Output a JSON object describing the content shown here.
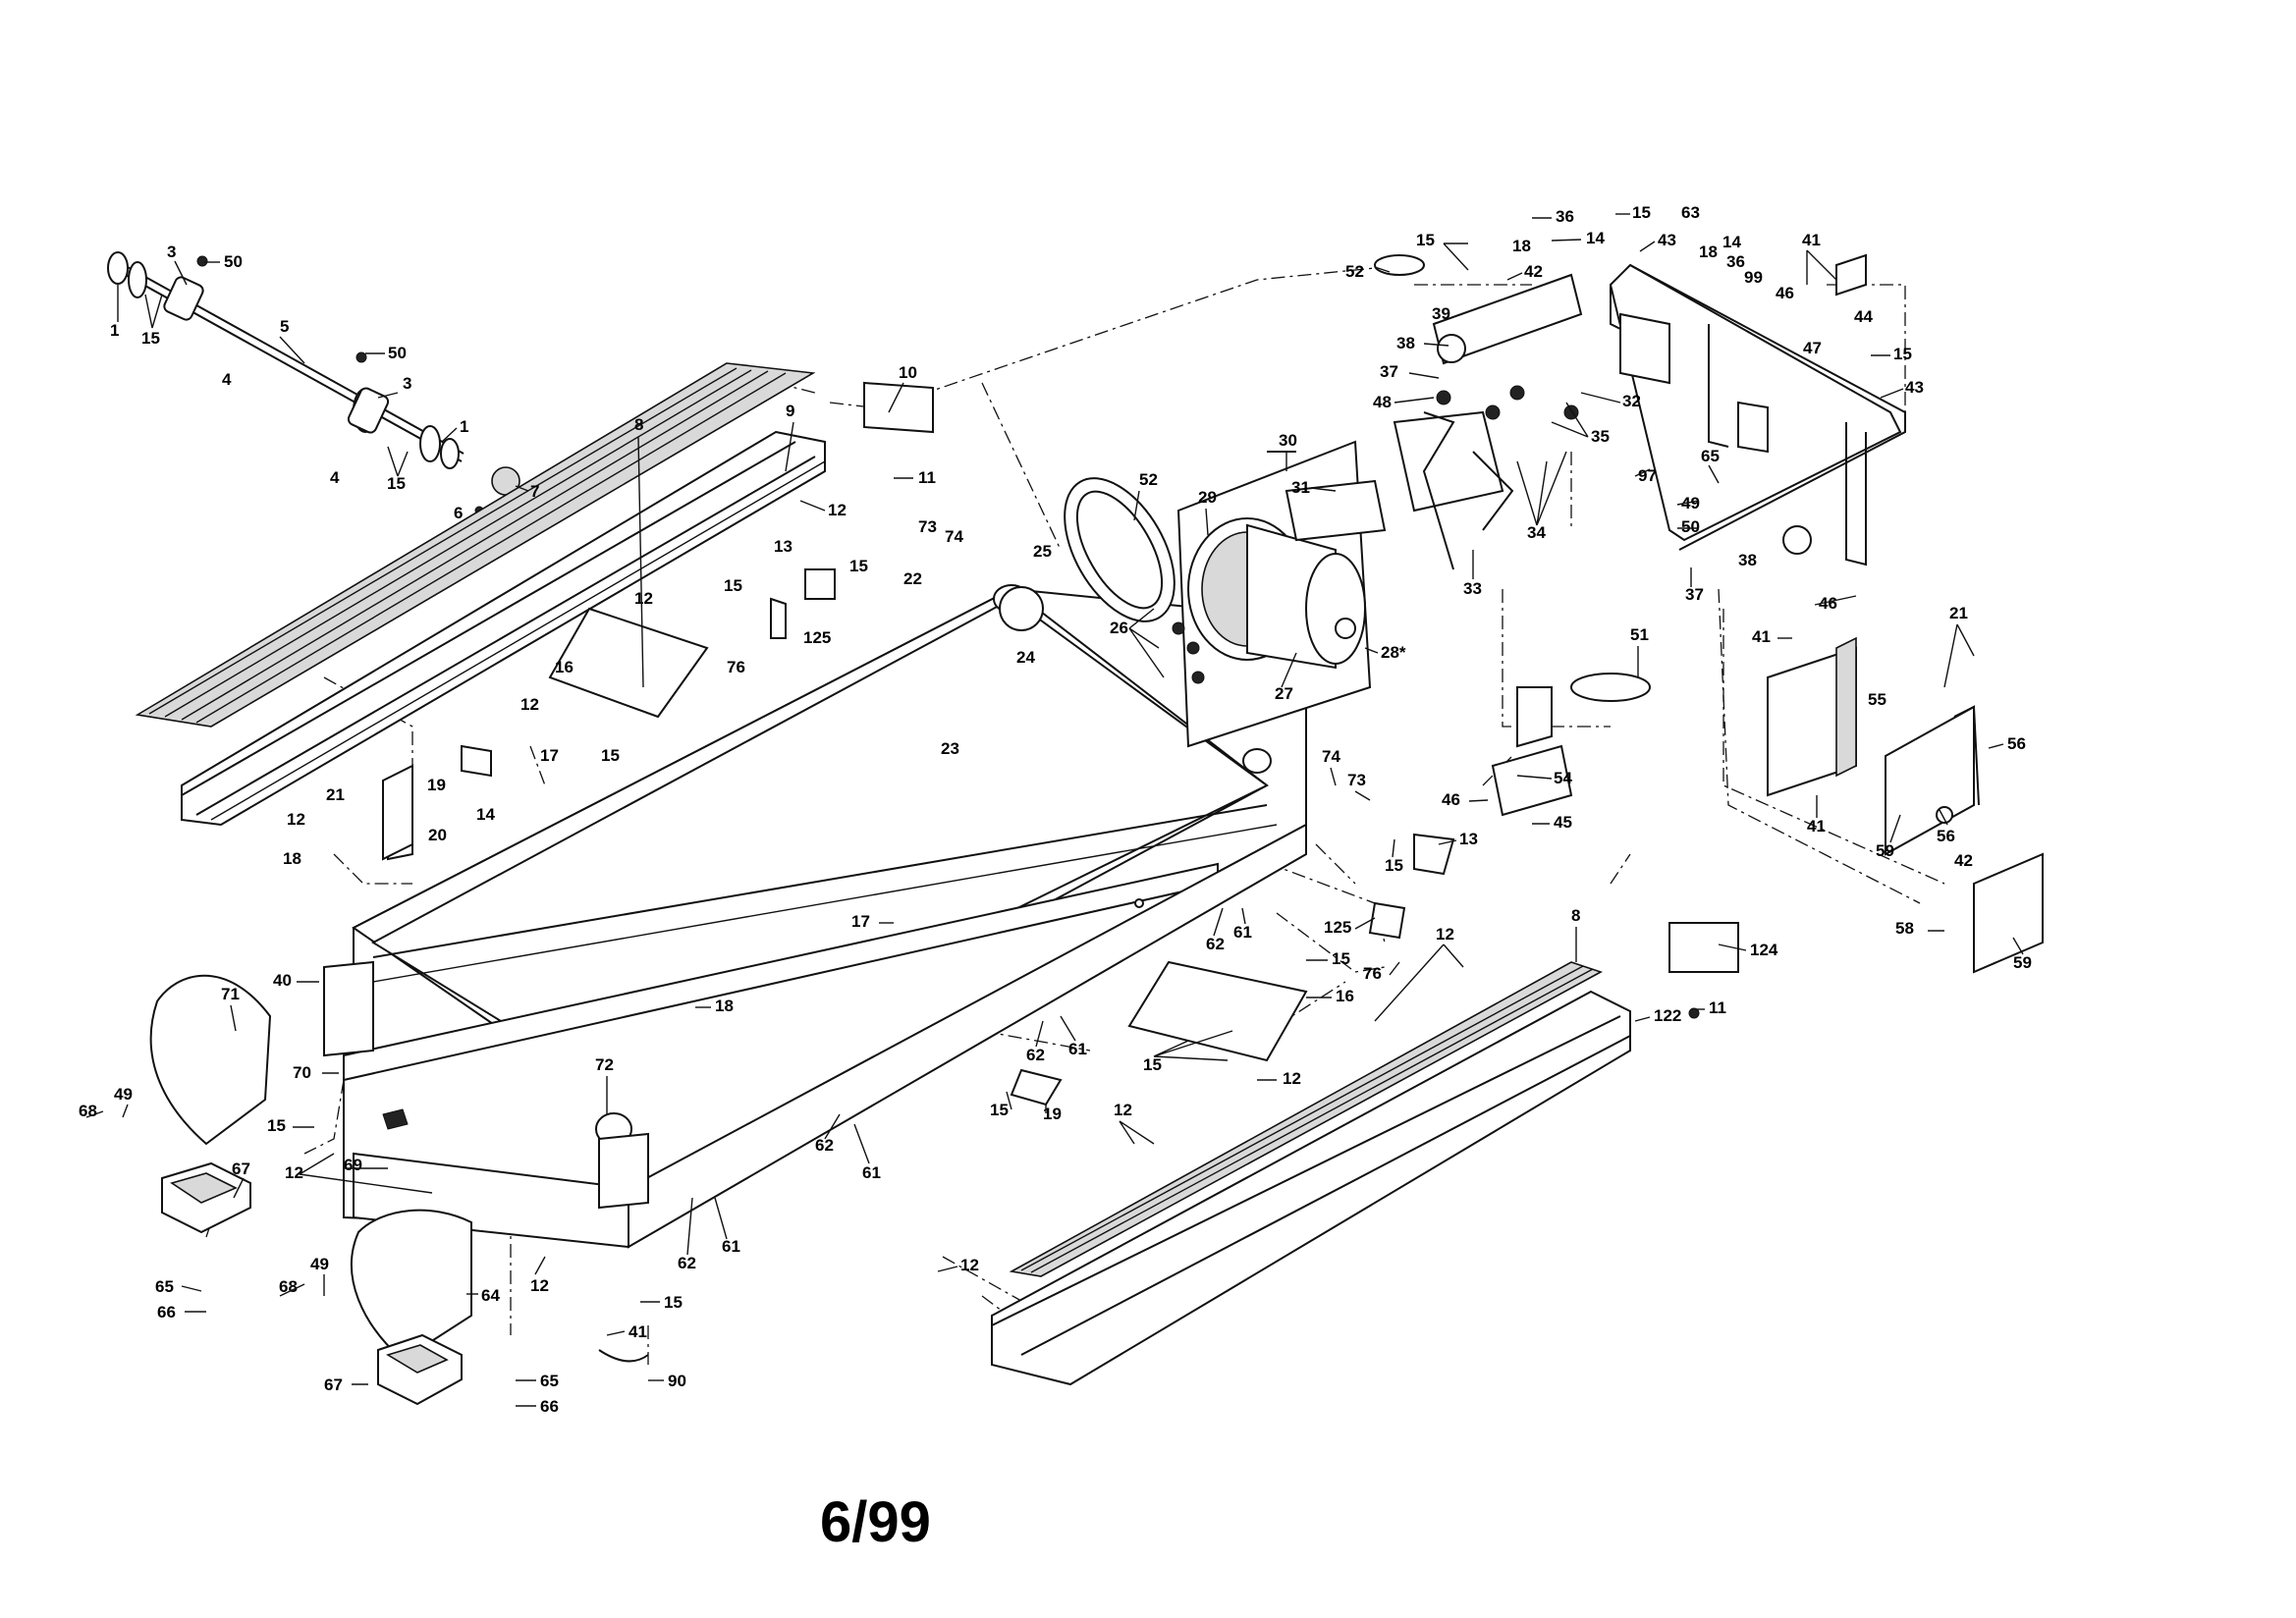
{
  "stamp": "6/99",
  "labels": [
    {
      "id": "l1a",
      "text": "1"
    },
    {
      "id": "l15a",
      "text": "15"
    },
    {
      "id": "l3a",
      "text": "3"
    },
    {
      "id": "l50a",
      "text": "50"
    },
    {
      "id": "l5",
      "text": "5"
    },
    {
      "id": "l4a",
      "text": "4"
    },
    {
      "id": "l50b",
      "text": "50"
    },
    {
      "id": "l3b",
      "text": "3"
    },
    {
      "id": "l1b",
      "text": "1"
    },
    {
      "id": "l4b",
      "text": "4"
    },
    {
      "id": "l15b",
      "text": "15"
    },
    {
      "id": "l7",
      "text": "7"
    },
    {
      "id": "l6",
      "text": "6"
    },
    {
      "id": "l8a",
      "text": "8"
    },
    {
      "id": "l9",
      "text": "9"
    },
    {
      "id": "l10",
      "text": "10"
    },
    {
      "id": "l11a",
      "text": "11"
    },
    {
      "id": "l12a",
      "text": "12"
    },
    {
      "id": "l13a",
      "text": "13"
    },
    {
      "id": "l15c",
      "text": "15"
    },
    {
      "id": "l73a",
      "text": "73"
    },
    {
      "id": "l74a",
      "text": "74"
    },
    {
      "id": "l25",
      "text": "25"
    },
    {
      "id": "l22",
      "text": "22"
    },
    {
      "id": "l12b",
      "text": "12"
    },
    {
      "id": "l15d",
      "text": "15"
    },
    {
      "id": "l125a",
      "text": "125"
    },
    {
      "id": "l16a",
      "text": "16"
    },
    {
      "id": "l76a",
      "text": "76"
    },
    {
      "id": "l24",
      "text": "24"
    },
    {
      "id": "l12c",
      "text": "12"
    },
    {
      "id": "l15e",
      "text": "15"
    },
    {
      "id": "l17a",
      "text": "17"
    },
    {
      "id": "l19a",
      "text": "19"
    },
    {
      "id": "l14a",
      "text": "14"
    },
    {
      "id": "l21a",
      "text": "21"
    },
    {
      "id": "l12d",
      "text": "12"
    },
    {
      "id": "l20",
      "text": "20"
    },
    {
      "id": "l18a",
      "text": "18"
    },
    {
      "id": "l23",
      "text": "23"
    },
    {
      "id": "l52a",
      "text": "52"
    },
    {
      "id": "l29",
      "text": "29"
    },
    {
      "id": "l30",
      "text": "30"
    },
    {
      "id": "l31",
      "text": "31"
    },
    {
      "id": "l26",
      "text": "26"
    },
    {
      "id": "l27",
      "text": "27"
    },
    {
      "id": "l28",
      "text": "28*"
    },
    {
      "id": "l33",
      "text": "33"
    },
    {
      "id": "l34",
      "text": "34"
    },
    {
      "id": "l35",
      "text": "35"
    },
    {
      "id": "l32",
      "text": "32"
    },
    {
      "id": "l48",
      "text": "48"
    },
    {
      "id": "l37a",
      "text": "37"
    },
    {
      "id": "l38a",
      "text": "38"
    },
    {
      "id": "l39",
      "text": "39"
    },
    {
      "id": "l52b",
      "text": "52"
    },
    {
      "id": "l15f",
      "text": "15"
    },
    {
      "id": "l36a",
      "text": "36"
    },
    {
      "id": "l18b",
      "text": "18"
    },
    {
      "id": "l14b",
      "text": "14"
    },
    {
      "id": "l42a",
      "text": "42"
    },
    {
      "id": "l15g",
      "text": "15"
    },
    {
      "id": "l43a",
      "text": "43"
    },
    {
      "id": "l63",
      "text": "63"
    },
    {
      "id": "l18c",
      "text": "18"
    },
    {
      "id": "l14c",
      "text": "14"
    },
    {
      "id": "l36b",
      "text": "36"
    },
    {
      "id": "l99",
      "text": "99"
    },
    {
      "id": "l41a",
      "text": "41"
    },
    {
      "id": "l44",
      "text": "44"
    },
    {
      "id": "l46a",
      "text": "46"
    },
    {
      "id": "l47",
      "text": "47"
    },
    {
      "id": "l15h",
      "text": "15"
    },
    {
      "id": "l43b",
      "text": "43"
    },
    {
      "id": "l97",
      "text": "97"
    },
    {
      "id": "l65a",
      "text": "65"
    },
    {
      "id": "l49a",
      "text": "49"
    },
    {
      "id": "l50c",
      "text": "50"
    },
    {
      "id": "l38b",
      "text": "38"
    },
    {
      "id": "l37b",
      "text": "37"
    },
    {
      "id": "l46b",
      "text": "46"
    },
    {
      "id": "l51",
      "text": "51"
    },
    {
      "id": "l41b",
      "text": "41"
    },
    {
      "id": "l21b",
      "text": "21"
    },
    {
      "id": "l55",
      "text": "55"
    },
    {
      "id": "l56a",
      "text": "56"
    },
    {
      "id": "l54",
      "text": "54"
    },
    {
      "id": "l46c",
      "text": "46"
    },
    {
      "id": "l45",
      "text": "45"
    },
    {
      "id": "l41c",
      "text": "41"
    },
    {
      "id": "l59a",
      "text": "59"
    },
    {
      "id": "l56b",
      "text": "56"
    },
    {
      "id": "l42b",
      "text": "42"
    },
    {
      "id": "l58",
      "text": "58"
    },
    {
      "id": "l59b",
      "text": "59"
    },
    {
      "id": "l74b",
      "text": "74"
    },
    {
      "id": "l73b",
      "text": "73"
    },
    {
      "id": "l15i",
      "text": "15"
    },
    {
      "id": "l13b",
      "text": "13"
    },
    {
      "id": "l17b",
      "text": "17"
    },
    {
      "id": "l125b",
      "text": "125"
    },
    {
      "id": "l62a",
      "text": "62"
    },
    {
      "id": "l61a",
      "text": "61"
    },
    {
      "id": "l12e",
      "text": "12"
    },
    {
      "id": "l8b",
      "text": "8"
    },
    {
      "id": "l124",
      "text": "124"
    },
    {
      "id": "l15j",
      "text": "15"
    },
    {
      "id": "l76b",
      "text": "76"
    },
    {
      "id": "l16b",
      "text": "16"
    },
    {
      "id": "l11b",
      "text": "11"
    },
    {
      "id": "l122",
      "text": "122"
    },
    {
      "id": "l40",
      "text": "40"
    },
    {
      "id": "l71",
      "text": "71"
    },
    {
      "id": "l18d",
      "text": "18"
    },
    {
      "id": "l62b",
      "text": "62"
    },
    {
      "id": "l61b",
      "text": "61"
    },
    {
      "id": "l15k",
      "text": "15"
    },
    {
      "id": "l12f",
      "text": "12"
    },
    {
      "id": "l70",
      "text": "70"
    },
    {
      "id": "l72",
      "text": "72"
    },
    {
      "id": "l15l",
      "text": "15"
    },
    {
      "id": "l19b",
      "text": "19"
    },
    {
      "id": "l68a",
      "text": "68"
    },
    {
      "id": "l49b",
      "text": "49"
    },
    {
      "id": "l15m",
      "text": "15"
    },
    {
      "id": "l12g",
      "text": "12"
    },
    {
      "id": "l69",
      "text": "69"
    },
    {
      "id": "l62c",
      "text": "62"
    },
    {
      "id": "l61c",
      "text": "61"
    },
    {
      "id": "l12h",
      "text": "12"
    },
    {
      "id": "l67a",
      "text": "67"
    },
    {
      "id": "l62d",
      "text": "62"
    },
    {
      "id": "l61d",
      "text": "61"
    },
    {
      "id": "l65b",
      "text": "65"
    },
    {
      "id": "l66a",
      "text": "66"
    },
    {
      "id": "l68b",
      "text": "68"
    },
    {
      "id": "l49c",
      "text": "49"
    },
    {
      "id": "l64",
      "text": "64"
    },
    {
      "id": "l12i",
      "text": "12"
    },
    {
      "id": "l15n",
      "text": "15"
    },
    {
      "id": "l41d",
      "text": "41"
    },
    {
      "id": "l90",
      "text": "90"
    },
    {
      "id": "l67b",
      "text": "67"
    },
    {
      "id": "l65c",
      "text": "65"
    },
    {
      "id": "l66b",
      "text": "66"
    },
    {
      "id": "l12j",
      "text": "12"
    }
  ]
}
